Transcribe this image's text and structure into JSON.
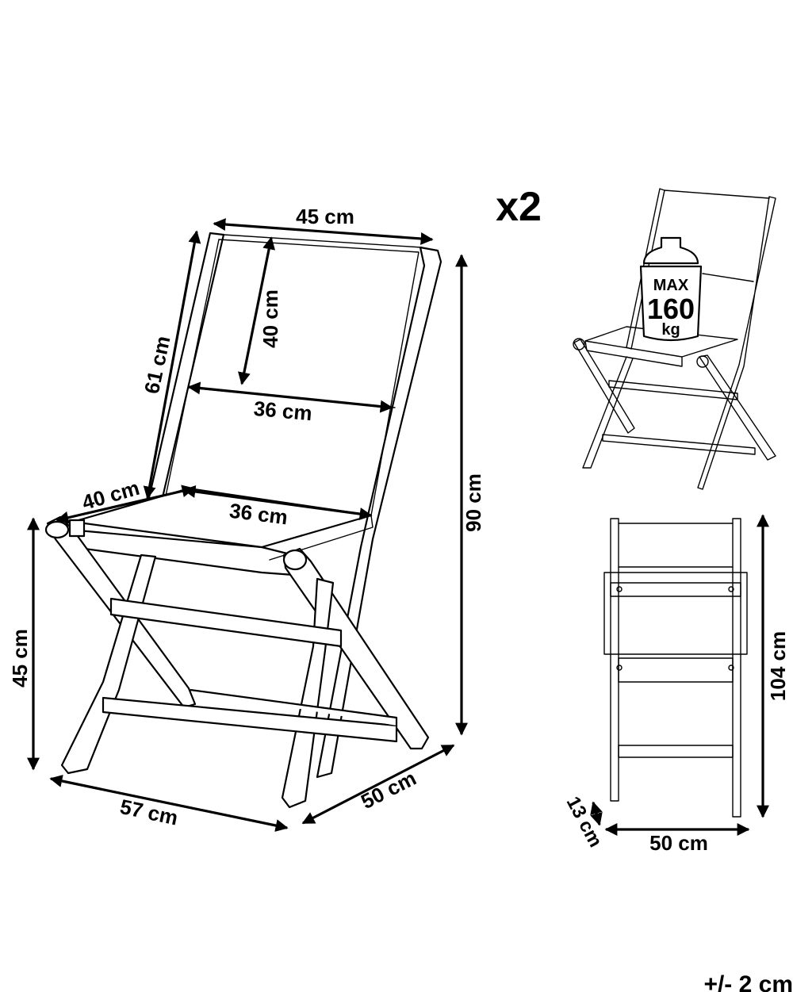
{
  "quantity": "x2",
  "main_chair": {
    "dimensions": {
      "backrest_width": "45 cm",
      "backrest_height_inner": "40 cm",
      "backrest_height": "61 cm",
      "backrest_inner_width": "36 cm",
      "seat_depth": "40 cm",
      "seat_width": "36 cm",
      "seat_height": "45 cm",
      "total_height": "90 cm",
      "depth": "57 cm",
      "width": "50 cm"
    }
  },
  "max_load": {
    "label_top": "MAX",
    "value": "160",
    "unit": "kg"
  },
  "folded_chair": {
    "dimensions": {
      "height": "104 cm",
      "thickness": "13 cm",
      "width": "50 cm"
    }
  },
  "tolerance": "+/- 2 cm"
}
